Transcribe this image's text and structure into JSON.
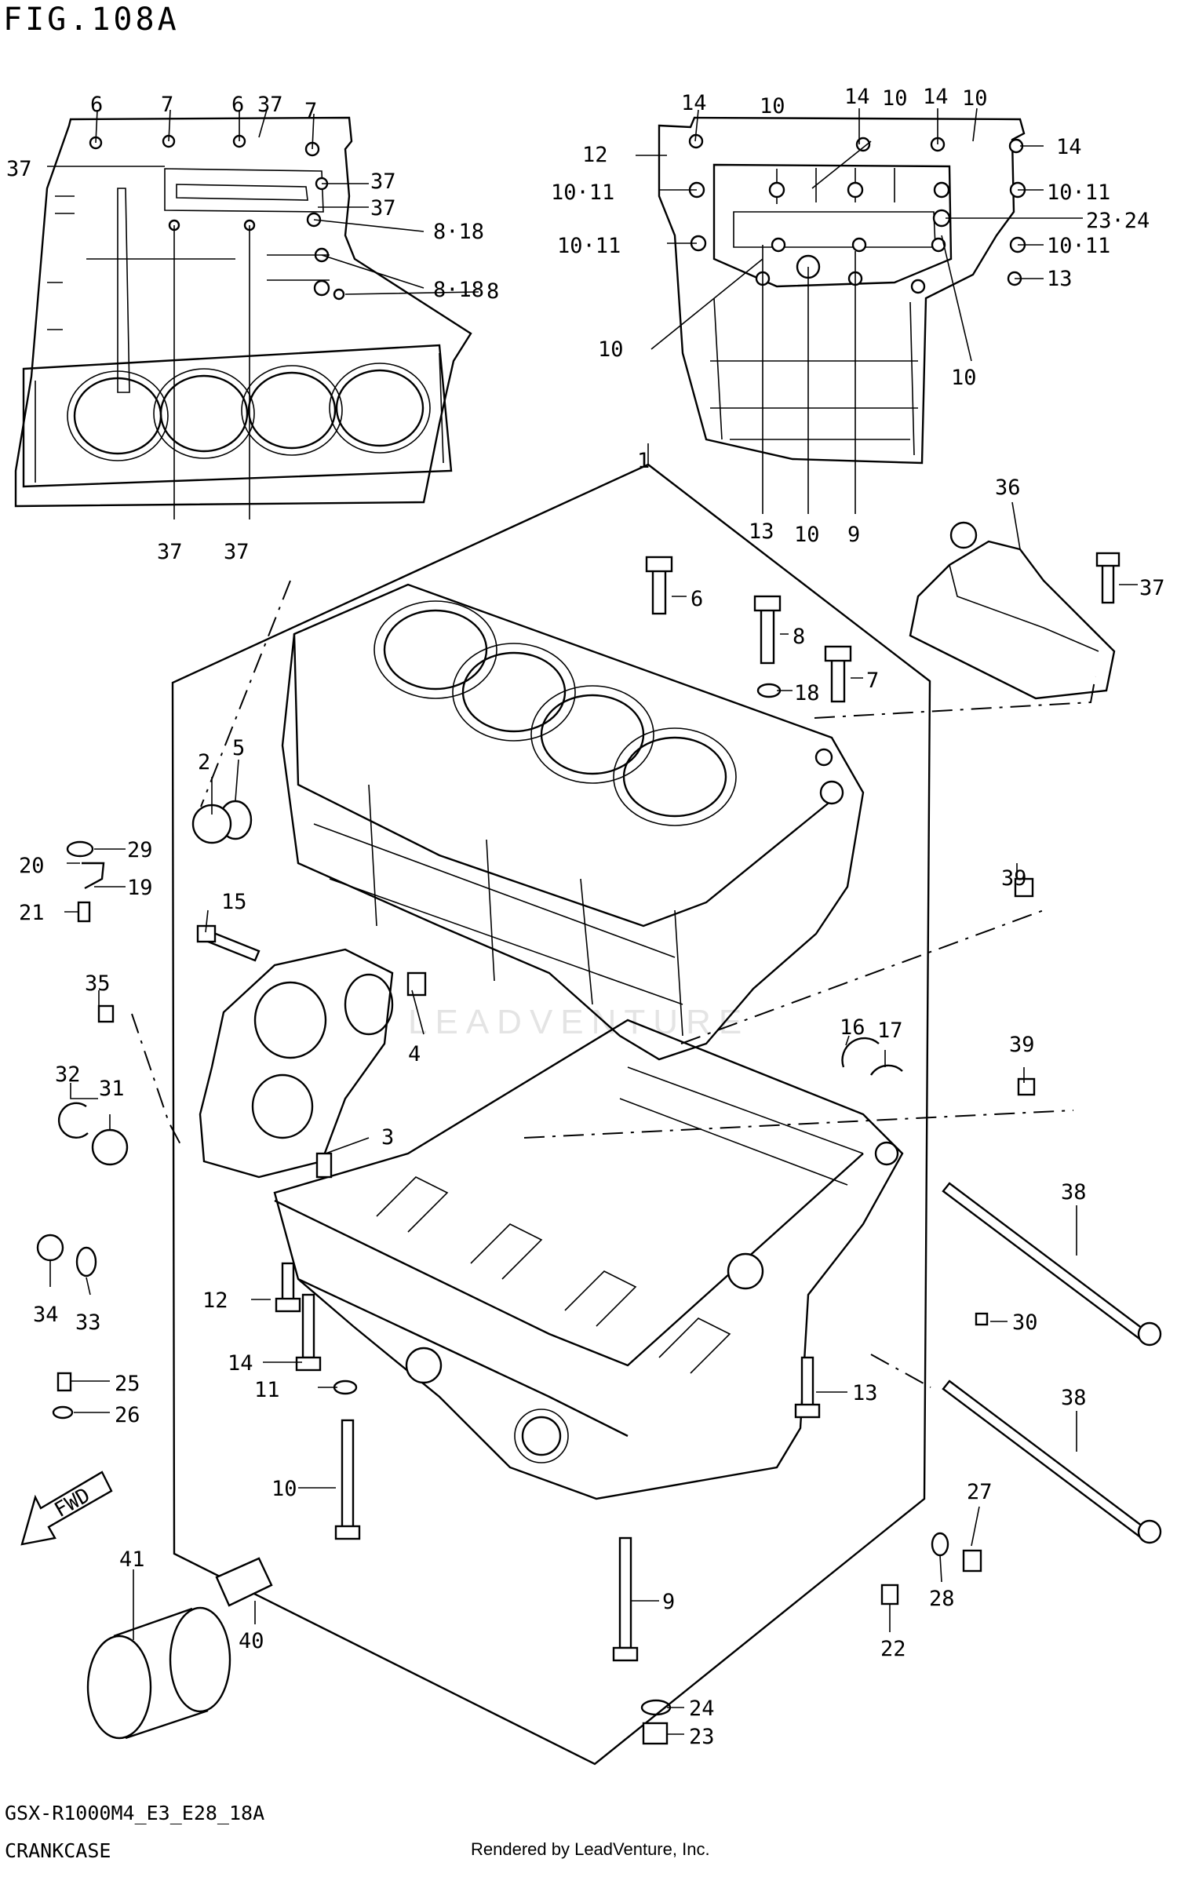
{
  "figure": {
    "title": "FIG.108A",
    "code": "GSX-R1000M4_E3_E28_18A",
    "name": "CRANKCASE",
    "credit": "Rendered by LeadVenture, Inc.",
    "watermark": "LEADVENTURE",
    "fwd_label": "FWD"
  },
  "callouts": [
    {
      "id": "c1",
      "text": "6"
    },
    {
      "id": "c2",
      "text": "7"
    },
    {
      "id": "c3",
      "text": "6"
    },
    {
      "id": "c4",
      "text": "37"
    },
    {
      "id": "c5",
      "text": "7"
    },
    {
      "id": "c6",
      "text": "37"
    },
    {
      "id": "c7",
      "text": "37"
    },
    {
      "id": "c8",
      "text": "37"
    },
    {
      "id": "c9",
      "text": "8·18"
    },
    {
      "id": "c10",
      "text": "8·18"
    },
    {
      "id": "c11",
      "text": "8"
    },
    {
      "id": "c12",
      "text": "37"
    },
    {
      "id": "c13",
      "text": "37"
    },
    {
      "id": "c14",
      "text": "14"
    },
    {
      "id": "c15",
      "text": "10"
    },
    {
      "id": "c16",
      "text": "14"
    },
    {
      "id": "c17",
      "text": "10"
    },
    {
      "id": "c18",
      "text": "14"
    },
    {
      "id": "c19",
      "text": "10"
    },
    {
      "id": "c20",
      "text": "12"
    },
    {
      "id": "c21",
      "text": "14"
    },
    {
      "id": "c22",
      "text": "10·11"
    },
    {
      "id": "c23",
      "text": "10·11"
    },
    {
      "id": "c24",
      "text": "23·24"
    },
    {
      "id": "c25",
      "text": "10·11"
    },
    {
      "id": "c26",
      "text": "10·11"
    },
    {
      "id": "c27",
      "text": "13"
    },
    {
      "id": "c28",
      "text": "10"
    },
    {
      "id": "c29",
      "text": "10"
    },
    {
      "id": "c30",
      "text": "13"
    },
    {
      "id": "c31",
      "text": "10"
    },
    {
      "id": "c32",
      "text": "9"
    },
    {
      "id": "c33",
      "text": "1"
    },
    {
      "id": "c34",
      "text": "36"
    },
    {
      "id": "c35",
      "text": "6"
    },
    {
      "id": "c36",
      "text": "8"
    },
    {
      "id": "c37",
      "text": "37"
    },
    {
      "id": "c38",
      "text": "18"
    },
    {
      "id": "c39",
      "text": "7"
    },
    {
      "id": "c40",
      "text": "2"
    },
    {
      "id": "c41",
      "text": "5"
    },
    {
      "id": "c42",
      "text": "29"
    },
    {
      "id": "c43",
      "text": "20"
    },
    {
      "id": "c44",
      "text": "19"
    },
    {
      "id": "c45",
      "text": "21"
    },
    {
      "id": "c46",
      "text": "15"
    },
    {
      "id": "c47",
      "text": "35"
    },
    {
      "id": "c48",
      "text": "4"
    },
    {
      "id": "c49",
      "text": "32"
    },
    {
      "id": "c50",
      "text": "31"
    },
    {
      "id": "c51",
      "text": "3"
    },
    {
      "id": "c52",
      "text": "16"
    },
    {
      "id": "c53",
      "text": "17"
    },
    {
      "id": "c54",
      "text": "39"
    },
    {
      "id": "c55",
      "text": "39"
    },
    {
      "id": "c56",
      "text": "34"
    },
    {
      "id": "c57",
      "text": "33"
    },
    {
      "id": "c58",
      "text": "12"
    },
    {
      "id": "c59",
      "text": "14"
    },
    {
      "id": "c60",
      "text": "11"
    },
    {
      "id": "c61",
      "text": "25"
    },
    {
      "id": "c62",
      "text": "26"
    },
    {
      "id": "c63",
      "text": "10"
    },
    {
      "id": "c64",
      "text": "38"
    },
    {
      "id": "c65",
      "text": "30"
    },
    {
      "id": "c66",
      "text": "13"
    },
    {
      "id": "c67",
      "text": "38"
    },
    {
      "id": "c68",
      "text": "27"
    },
    {
      "id": "c69",
      "text": "28"
    },
    {
      "id": "c70",
      "text": "22"
    },
    {
      "id": "c71",
      "text": "41"
    },
    {
      "id": "c72",
      "text": "40"
    },
    {
      "id": "c73",
      "text": "9"
    },
    {
      "id": "c74",
      "text": "24"
    },
    {
      "id": "c75",
      "text": "23"
    }
  ]
}
